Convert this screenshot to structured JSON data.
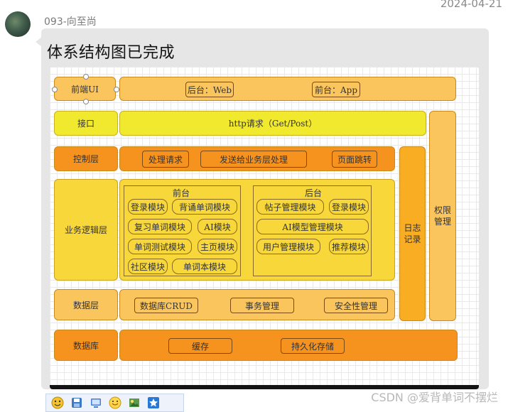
{
  "header": {
    "date": "2024-04-21",
    "username": "093-向至尚"
  },
  "message": {
    "title": "体系结构图已完成"
  },
  "diagram": {
    "ui_label": "前端UI",
    "backend_web": "后台：Web",
    "frontend_app": "前台：App",
    "api_label": "接口",
    "http_label": "http请求（Get/Post）",
    "control_label": "控制层",
    "ctrl_items": [
      "处理请求",
      "发送给业务层处理",
      "页面跳转"
    ],
    "logic_label": "业务逻辑层",
    "front_group": "前台",
    "front_modules": [
      "登录模块",
      "背诵单词模块",
      "复习单词模块",
      "AI模块",
      "单词测试模块",
      "主页模块",
      "社区模块",
      "单词本模块"
    ],
    "back_group": "后台",
    "back_modules": [
      "帖子管理模块",
      "登录模块",
      "AI模型管理模块",
      "用户管理模块",
      "推荐模块"
    ],
    "data_label": "数据层",
    "data_items": [
      "数据库CRUD",
      "事务管理",
      "安全性管理"
    ],
    "db_label": "数据库",
    "db_items": [
      "缓存",
      "持久化存储"
    ],
    "log_label": "日志记录",
    "perm_label": "权限管理"
  },
  "colors": {
    "light_orange": "#fbc55e",
    "dark_orange": "#f6921e",
    "yellow": "#f1e92d",
    "gold": "#f7d73a"
  },
  "toolbar": {
    "icons": [
      "emoji-icon",
      "save-icon",
      "screen-icon",
      "smile-icon",
      "image-icon",
      "star-icon"
    ]
  },
  "watermark": "CSDN @爱背单词不摆烂"
}
